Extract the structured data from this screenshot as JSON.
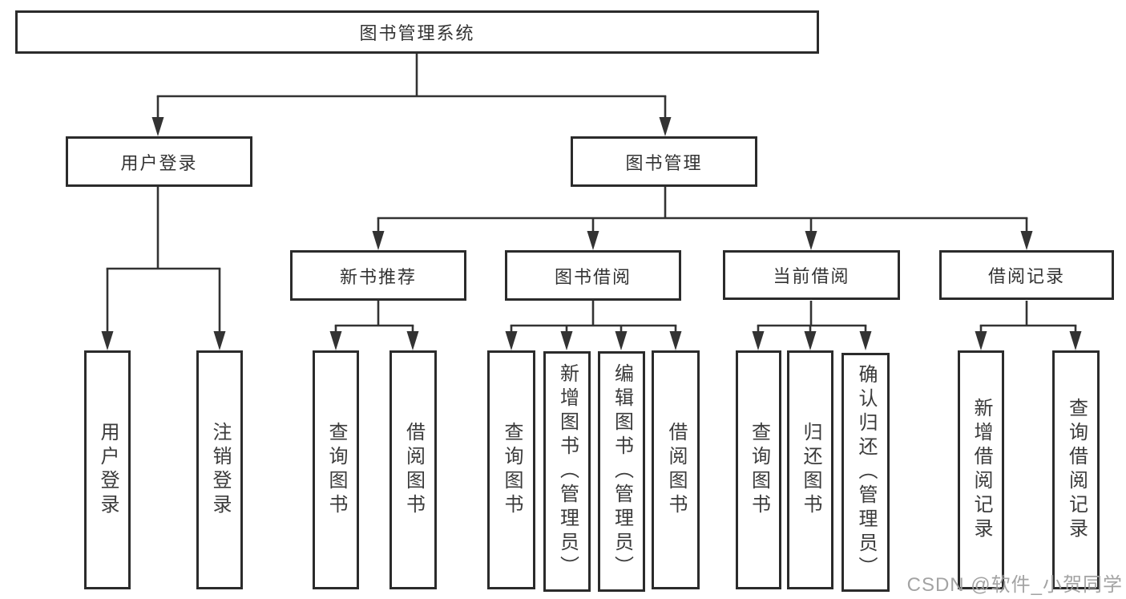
{
  "diagram": {
    "root": "图书管理系统",
    "branches": [
      {
        "label": "用户登录",
        "children": [
          "用户登录",
          "注销登录"
        ]
      },
      {
        "label": "图书管理",
        "children": [
          {
            "label": "新书推荐",
            "children": [
              "查询图书",
              "借阅图书"
            ]
          },
          {
            "label": "图书借阅",
            "children": [
              "查询图书",
              "新增图书（管理员）",
              "编辑图书（管理员）",
              "借阅图书"
            ]
          },
          {
            "label": "当前借阅",
            "children": [
              "查询图书",
              "归还图书",
              "确认归还（管理员）"
            ]
          },
          {
            "label": "借阅记录",
            "children": [
              "新增借阅记录",
              "查询借阅记录"
            ]
          }
        ]
      }
    ]
  },
  "colors": {
    "box_border": "#2b2b2b",
    "connector_line": "#333333",
    "text": "#333333",
    "watermark": "#9e9e9e",
    "background": "#ffffff"
  },
  "watermark": {
    "text": "CSDN @软件_小贺同学"
  }
}
